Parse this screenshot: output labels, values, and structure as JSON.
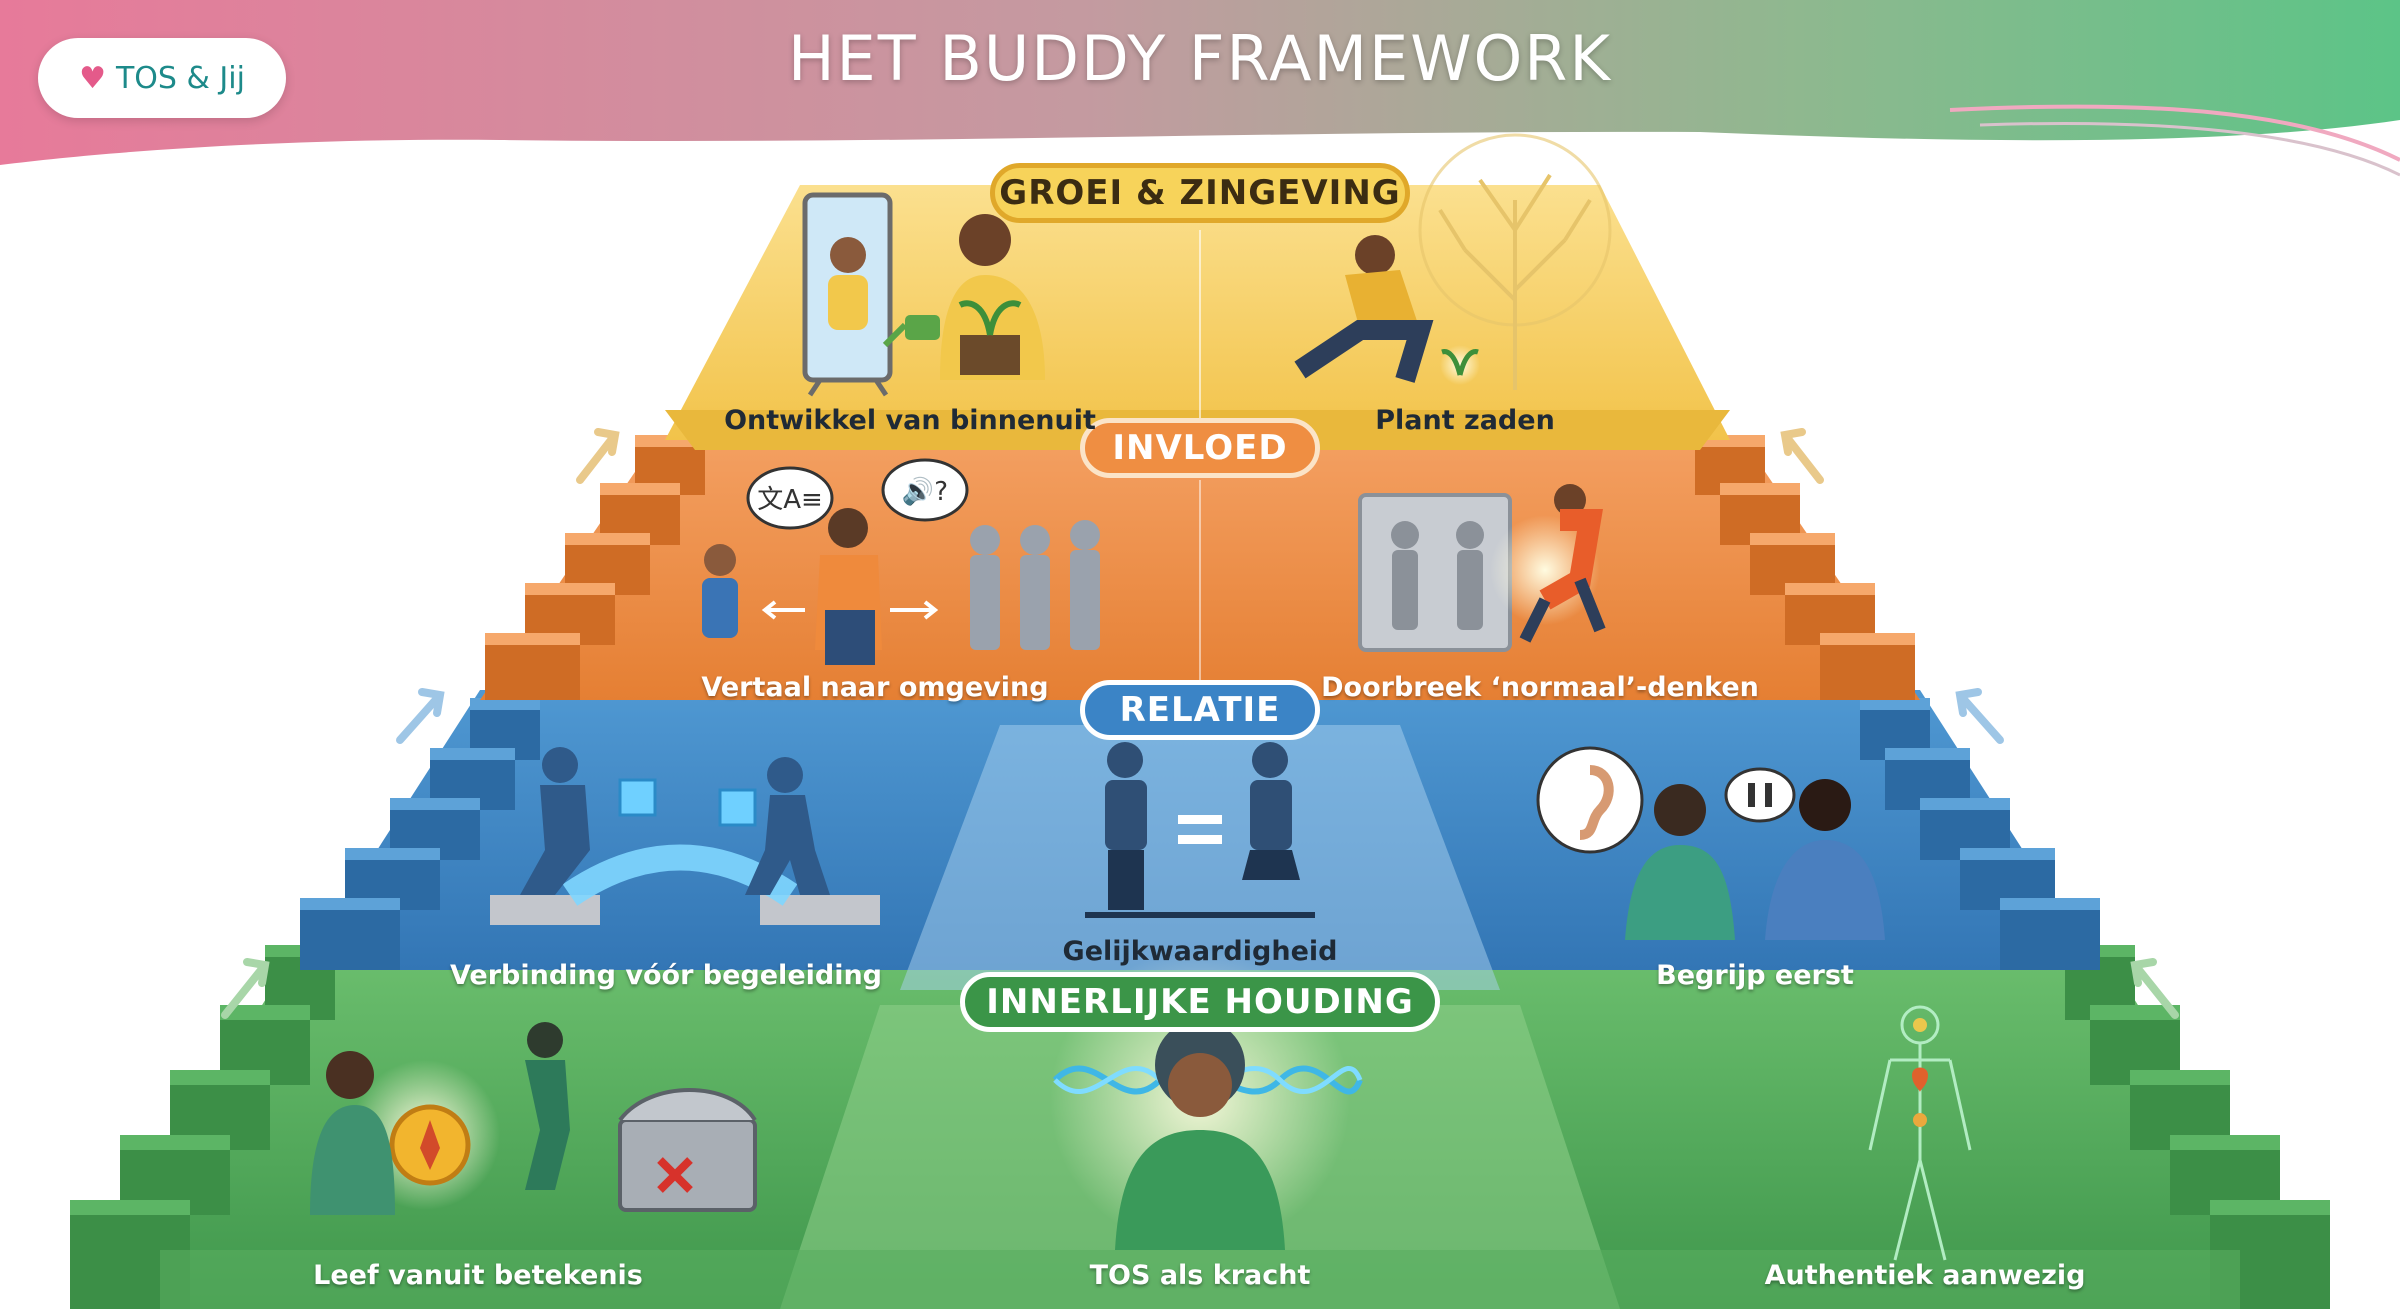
{
  "header": {
    "title": "HET BUDDY FRAMEWORK",
    "logo_text": "TOS & Jij"
  },
  "tiers": {
    "groei": {
      "badge": "GROEI & ZINGEVING",
      "left_caption": "Ontwikkel van binnenuit",
      "right_caption": "Plant zaden"
    },
    "invloed": {
      "badge": "INVLOED",
      "left_caption": "Vertaal naar omgeving",
      "right_caption": "Doorbreek ‘normaal’-denken"
    },
    "relatie": {
      "badge": "RELATIE",
      "left_caption": "Verbinding vóór begeleiding",
      "center_caption": "Gelijkwaardigheid",
      "right_caption": "Begrijp eerst"
    },
    "houding": {
      "badge": "INNERLIJKE HOUDING",
      "left_caption": "Leef vanuit betekenis",
      "center_caption": "TOS als kracht",
      "right_caption": "Authentiek aanwezig"
    }
  },
  "colors": {
    "yellow": "#f7cc4f",
    "orange": "#ec8a3c",
    "blue": "#3d86c4",
    "green": "#4ba65a",
    "header_pink": "#e9849e",
    "header_green": "#63c087"
  },
  "icons": [
    "mirror-icon",
    "watering-can-icon",
    "tree-icon",
    "translate-icon",
    "speaker-question-icon",
    "wall-break-icon",
    "bridge-icon",
    "equals-icon",
    "ear-icon",
    "pause-icon",
    "compass-icon",
    "chest-icon",
    "dna-wave-icon",
    "body-energy-icon",
    "arrow-up-icon"
  ]
}
